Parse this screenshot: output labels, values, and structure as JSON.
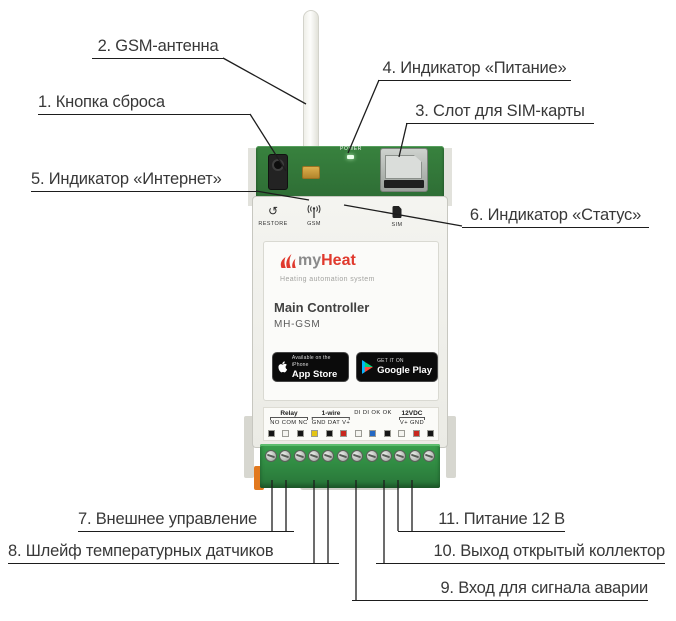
{
  "callouts": [
    {
      "label": "1. Кнопка сброса"
    },
    {
      "label": "2. GSM-антенна"
    },
    {
      "label": "3. Слот для SIM-карты"
    },
    {
      "label": "4. Индикатор «Питание»"
    },
    {
      "label": "5. Индикатор «Интернет»"
    },
    {
      "label": "6. Индикатор «Статус»"
    },
    {
      "label": "7. Внешнее управление"
    },
    {
      "label": "8. Шлейф температурных датчиков"
    },
    {
      "label": "9. Вход для сигнала аварии"
    },
    {
      "label": "10. Выход открытый коллектор"
    },
    {
      "label": "11. Питание 12 В"
    }
  ],
  "device": {
    "pcb": {
      "power_label": "POWER"
    },
    "ports_row": {
      "restore": "RESTORE",
      "gsm": "GSM",
      "sim": "SIM"
    },
    "logo": {
      "my": "my",
      "heat": "Heat",
      "subtitle": "Heating automation system"
    },
    "model": {
      "name": "Main Controller",
      "code": "MH-GSM"
    },
    "badges": {
      "appstore_small": "Available on the iPhone",
      "appstore_big": "App Store",
      "gplay_small": "GET IT ON",
      "gplay_big": "Google Play"
    },
    "terminals": {
      "groups": [
        {
          "name": "Relay",
          "pins": "NO COM NC"
        },
        {
          "name": "1-wire",
          "pins": "GND DAT V+"
        },
        {
          "name": "",
          "pins": "DI DI OK OK"
        },
        {
          "name": "12VDC",
          "pins": "V+ GND"
        }
      ],
      "pin_colors": [
        "#151515",
        "#f4f4f0",
        "#151515",
        "#e3c414",
        "#151515",
        "#c8271e",
        "#f4f4f0",
        "#2468c4",
        "#151515",
        "#f4f4f0",
        "#c8271e",
        "#151515"
      ],
      "screw_count": 12
    }
  },
  "colors": {
    "line": "#1d1d1d",
    "label_text": "#383838",
    "pcb_green": "#38823e",
    "terminal_green": "#38a04c",
    "logo_red": "#e0392d",
    "gold": "#c9982f"
  }
}
